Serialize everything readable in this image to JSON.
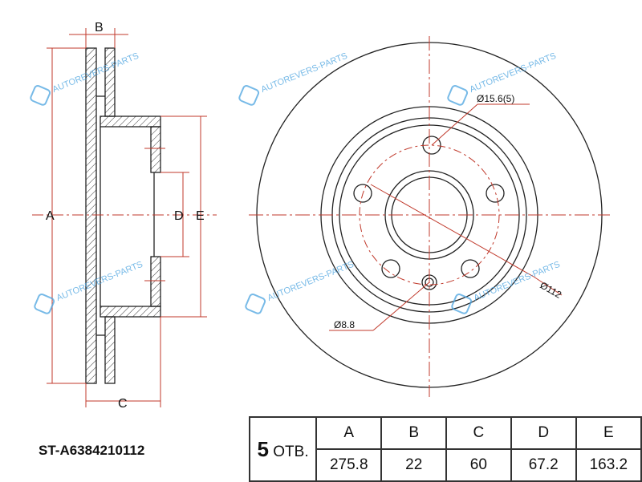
{
  "part_number": "ST-A6384210112",
  "watermark": "AUTOREVERS-PARTS",
  "labels": {
    "a": "A",
    "b": "B",
    "c": "C",
    "d": "D",
    "e": "E"
  },
  "callouts": {
    "bolt_hole": "Ø15.6(5)",
    "pcd": "Ø112",
    "small_hole": "Ø8.8"
  },
  "table": {
    "holes_count": "5",
    "holes_label": "ОТВ.",
    "headers": [
      "A",
      "B",
      "C",
      "D",
      "E"
    ],
    "values": [
      "275.8",
      "22",
      "60",
      "67.2",
      "163.2"
    ]
  },
  "colors": {
    "dimension": "#c0392b",
    "outline": "#222222",
    "watermark": "#4aa3e0"
  }
}
